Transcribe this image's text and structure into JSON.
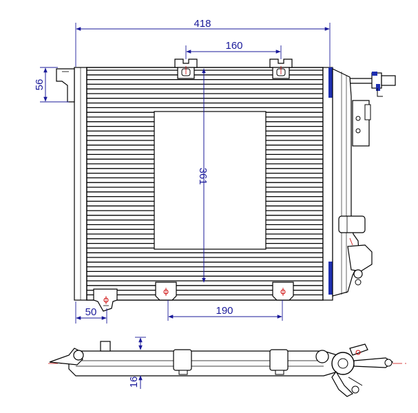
{
  "dimensions": {
    "overall_width": "418",
    "bracket_spacing_top": "160",
    "core_height": "361",
    "bracket_height": "56",
    "bracket_offset": "50",
    "bracket_spacing_bottom": "190",
    "depth": "16"
  },
  "colors": {
    "dimension": "#1a1a9a",
    "outline": "#000000",
    "centerline": "#cc0000",
    "accent": "#1e2fb0"
  }
}
